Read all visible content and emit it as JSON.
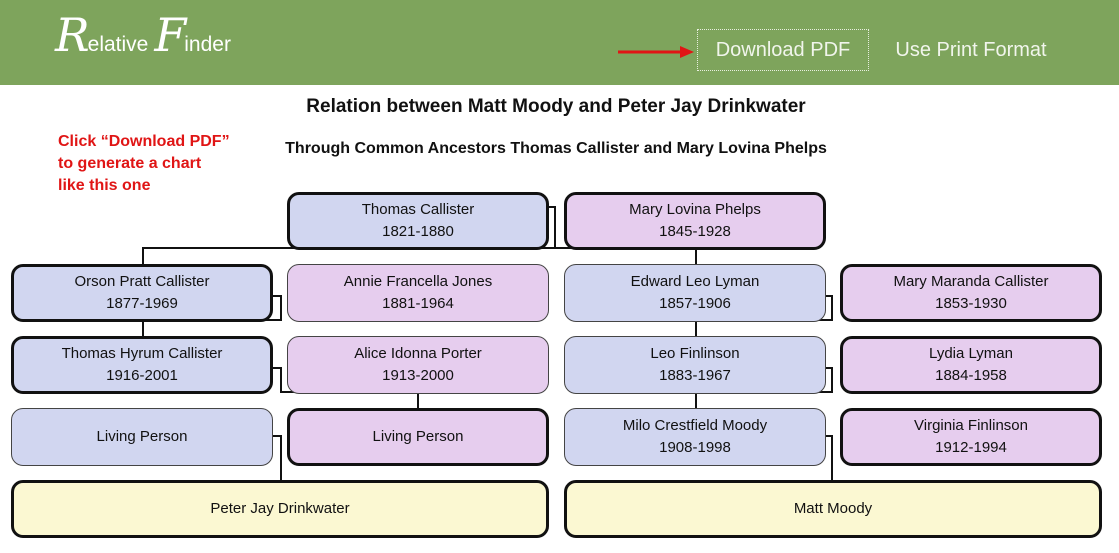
{
  "header": {
    "logo_first": "R",
    "logo_word1": "elative",
    "logo_second": "F",
    "logo_word2": "inder",
    "download_label": "Download PDF",
    "print_label": "Use Print Format"
  },
  "colors": {
    "header_bg": "#7ea45c",
    "hint": "#e01515",
    "arrow": "#e01515",
    "box_blue": "#d1d6f0",
    "box_pink": "#e6cdee",
    "box_yellow": "#fbf8d2"
  },
  "title": "Relation between Matt Moody and Peter Jay Drinkwater",
  "subtitle": "Through Common Ancestors Thomas Callister and Mary Lovina Phelps",
  "hint": {
    "line1": "Click “Download PDF”",
    "line2": "to generate a chart",
    "line3": "like this one"
  },
  "people": {
    "root_left": {
      "name": "Thomas Callister",
      "years": "1821-1880"
    },
    "root_right": {
      "name": "Mary Lovina Phelps",
      "years": "1845-1928"
    },
    "l1_a": {
      "name": "Orson Pratt Callister",
      "years": "1877-1969"
    },
    "l1_b": {
      "name": "Annie Francella Jones",
      "years": "1881-1964"
    },
    "r1_a": {
      "name": "Edward Leo Lyman",
      "years": "1857-1906"
    },
    "r1_b": {
      "name": "Mary Maranda Callister",
      "years": "1853-1930"
    },
    "l2_a": {
      "name": "Thomas Hyrum Callister",
      "years": "1916-2001"
    },
    "l2_b": {
      "name": "Alice Idonna Porter",
      "years": "1913-2000"
    },
    "r2_a": {
      "name": "Leo Finlinson",
      "years": "1883-1967"
    },
    "r2_b": {
      "name": "Lydia Lyman",
      "years": "1884-1958"
    },
    "l3_a": {
      "name": "Living Person"
    },
    "l3_b": {
      "name": "Living Person"
    },
    "r3_a": {
      "name": "Milo Crestfield Moody",
      "years": "1908-1998"
    },
    "r3_b": {
      "name": "Virginia Finlinson",
      "years": "1912-1994"
    },
    "left_end": {
      "name": "Peter Jay Drinkwater"
    },
    "right_end": {
      "name": "Matt Moody"
    }
  }
}
